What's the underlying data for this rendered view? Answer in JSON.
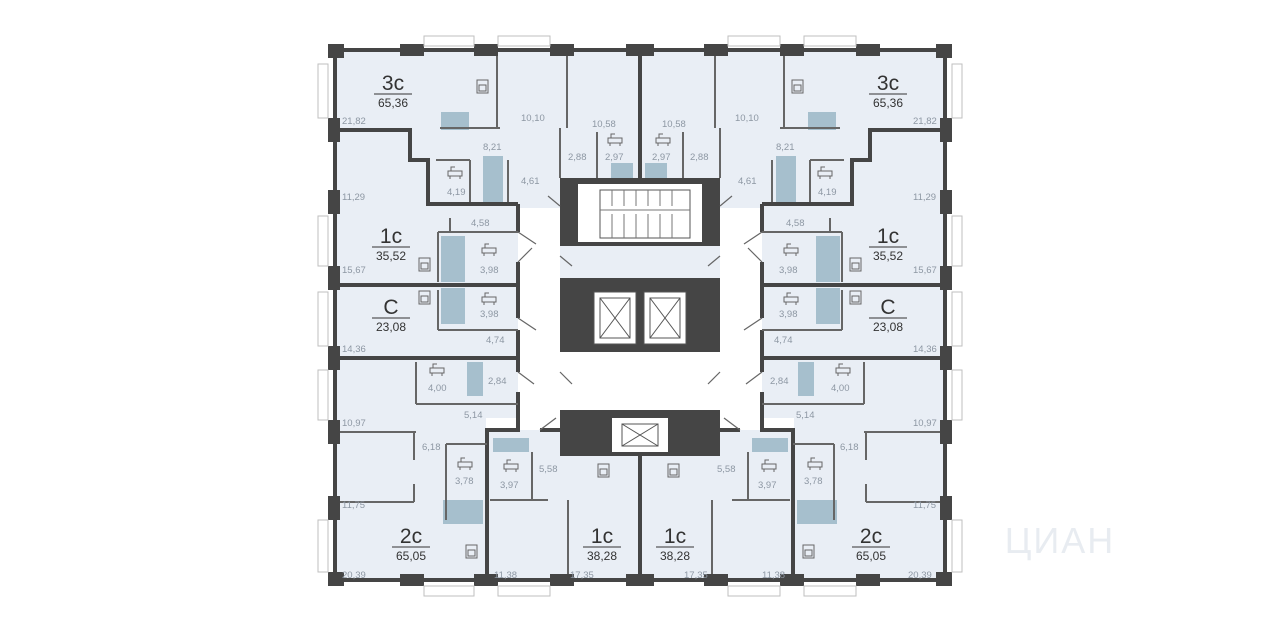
{
  "colors": {
    "floor": "#e9eef5",
    "wall": "#454545",
    "accent": "#a6bfcd",
    "text": "#333333",
    "room_text": "#8d97a3"
  },
  "watermark": "ЦИАН",
  "apartments": [
    {
      "id": "nw-3c",
      "type": "3с",
      "area": "65,36"
    },
    {
      "id": "ne-3c",
      "type": "3с",
      "area": "65,36"
    },
    {
      "id": "w-1c",
      "type": "1с",
      "area": "35,52"
    },
    {
      "id": "e-1c",
      "type": "1с",
      "area": "35,52"
    },
    {
      "id": "w-c",
      "type": "С",
      "area": "23,08"
    },
    {
      "id": "e-c",
      "type": "С",
      "area": "23,08"
    },
    {
      "id": "sw-2c",
      "type": "2с",
      "area": "65,05"
    },
    {
      "id": "se-2c",
      "type": "2с",
      "area": "65,05"
    },
    {
      "id": "s-1c-left",
      "type": "1с",
      "area": "38,28"
    },
    {
      "id": "s-1c-right",
      "type": "1с",
      "area": "38,28"
    }
  ],
  "rooms": [
    "21,82",
    "10,10",
    "10,58",
    "10,58",
    "10,10",
    "21,82",
    "8,21",
    "2,88",
    "2,97",
    "2,97",
    "2,88",
    "8,21",
    "11,29",
    "4,19",
    "4,61",
    "4,61",
    "4,19",
    "11,29",
    "4,58",
    "4,58",
    "15,67",
    "3,98",
    "3,98",
    "15,67",
    "3,98",
    "3,98",
    "14,36",
    "4,74",
    "4,74",
    "14,36",
    "4,00",
    "2,84",
    "2,84",
    "4,00",
    "10,97",
    "5,14",
    "5,14",
    "10,97",
    "6,18",
    "6,18",
    "3,78",
    "3,97",
    "5,58",
    "5,58",
    "3,97",
    "3,78",
    "11,75",
    "11,75",
    "11,38",
    "17,35",
    "17,35",
    "11,38",
    "20,39",
    "20,39"
  ]
}
